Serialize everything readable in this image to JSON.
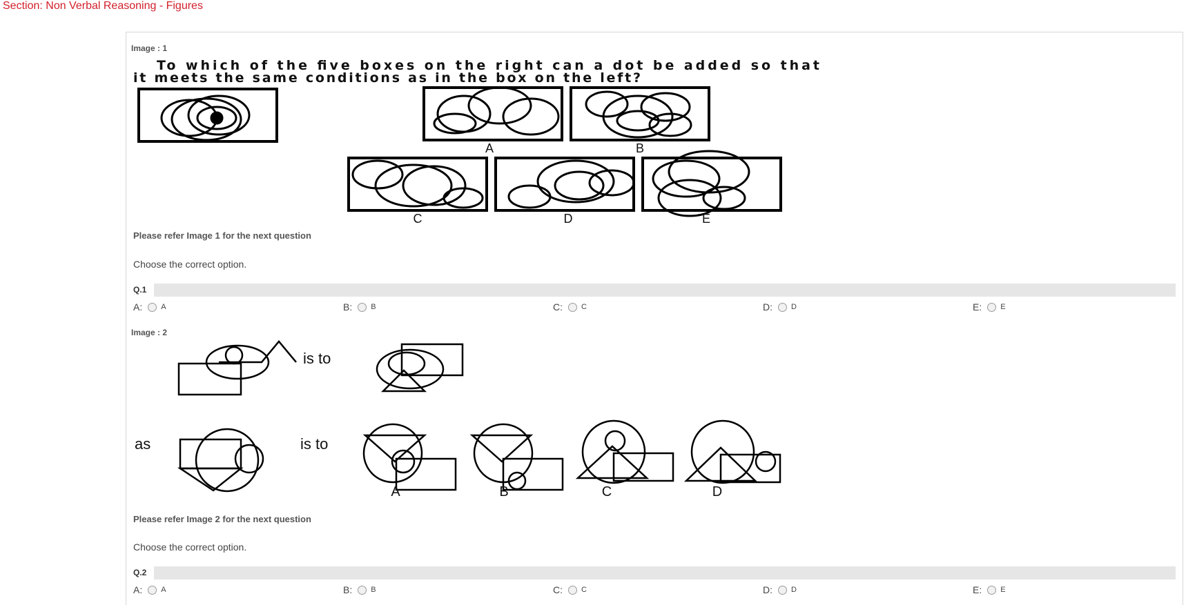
{
  "section": {
    "title": "Section: Non Verbal Reasoning - Figures"
  },
  "questions": [
    {
      "image_label": "Image : 1",
      "figure_text": {
        "line1": "To which of the five boxes on the right can a dot be added so that",
        "line2": "it meets the same conditions as in the box on the left?",
        "box_labels": [
          "A",
          "B",
          "C",
          "D",
          "E"
        ]
      },
      "refer_text": "Please refer Image 1 for the next question",
      "instruction": "Choose the correct option.",
      "number": "Q.1",
      "options": [
        {
          "key": "A:",
          "value": "A"
        },
        {
          "key": "B:",
          "value": "B"
        },
        {
          "key": "C:",
          "value": "C"
        },
        {
          "key": "D:",
          "value": "D"
        },
        {
          "key": "E:",
          "value": "E"
        }
      ]
    },
    {
      "image_label": "Image : 2",
      "figure_text": {
        "is_to_1": "is to",
        "as": "as",
        "is_to_2": "is to",
        "choice_labels": [
          "A",
          "B",
          "C",
          "D"
        ]
      },
      "refer_text": "Please refer Image 2 for the next question",
      "instruction": "Choose the correct option.",
      "number": "Q.2",
      "options": [
        {
          "key": "A:",
          "value": "A"
        },
        {
          "key": "B:",
          "value": "B"
        },
        {
          "key": "C:",
          "value": "C"
        },
        {
          "key": "D:",
          "value": "D"
        },
        {
          "key": "E:",
          "value": "E"
        }
      ]
    }
  ],
  "colors": {
    "section_title": "#d21f2a",
    "question_bar": "#e6e6e6",
    "panel_border": "#d7d7d7"
  }
}
